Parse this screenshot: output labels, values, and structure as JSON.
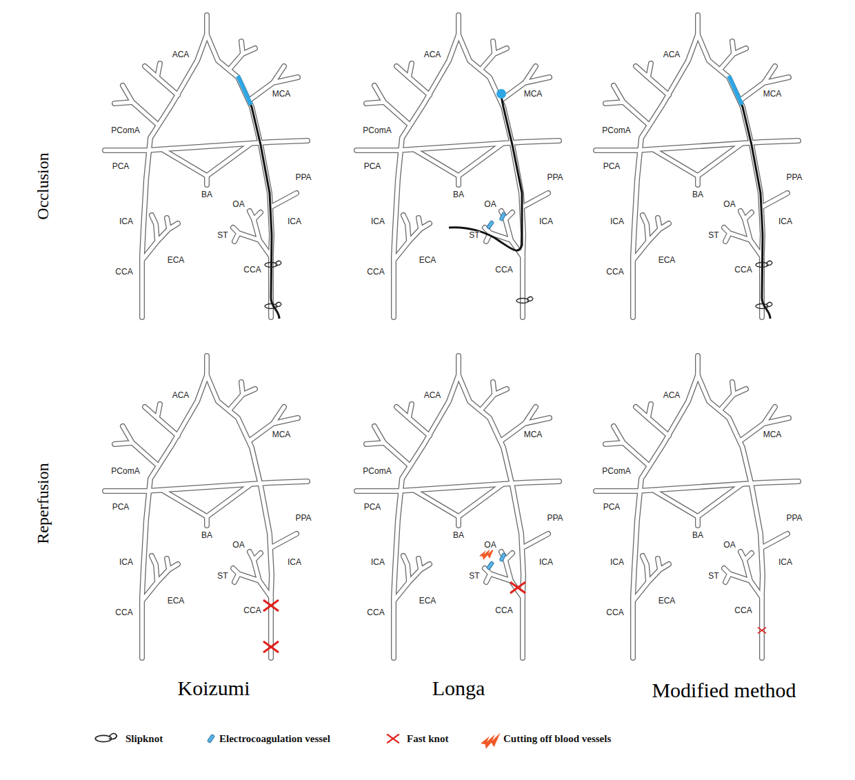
{
  "diagram": {
    "labels": [
      "Occlusion",
      "Reperfusion",
      "ACA",
      "MCA",
      "PComA",
      "PCA",
      "PPA",
      "BA",
      "ICA",
      "ECA",
      "CCA",
      "OA",
      "ST",
      "ICA",
      "CCA",
      "ACA",
      "MCA",
      "PComA",
      "PCA",
      "PPA",
      "BA",
      "ICA",
      "ECA",
      "CCA",
      "OA",
      "ST",
      "ICA",
      "CCA",
      "ACA",
      "MCA",
      "PComA",
      "PCA",
      "PPA",
      "BA",
      "ICA",
      "ECA",
      "CCA",
      "OA",
      "ST",
      "ICA",
      "CCA",
      "ACA",
      "MCA",
      "PComA",
      "PCA",
      "PPA",
      "BA",
      "ICA",
      "ECA",
      "CCA",
      "OA",
      "ST",
      "ICA",
      "CCA",
      "ACA",
      "MCA",
      "PComA",
      "PCA",
      "PPA",
      "BA",
      "ICA",
      "ECA",
      "CCA",
      "OA",
      "ST",
      "ICA",
      "CCA",
      "ACA",
      "MCA",
      "PComA",
      "PCA",
      "PPA",
      "BA",
      "ICA",
      "ECA",
      "CCA",
      "OA",
      "ST",
      "ICA",
      "CCA",
      "Koizumi",
      "Longa",
      "Modified method"
    ],
    "legend": [
      {
        "text": "Slipknot"
      },
      {
        "text": "Electrocoagulation vessel"
      },
      {
        "text": "Fast knot"
      },
      {
        "text": "Cutting off blood vessels"
      }
    ]
  }
}
